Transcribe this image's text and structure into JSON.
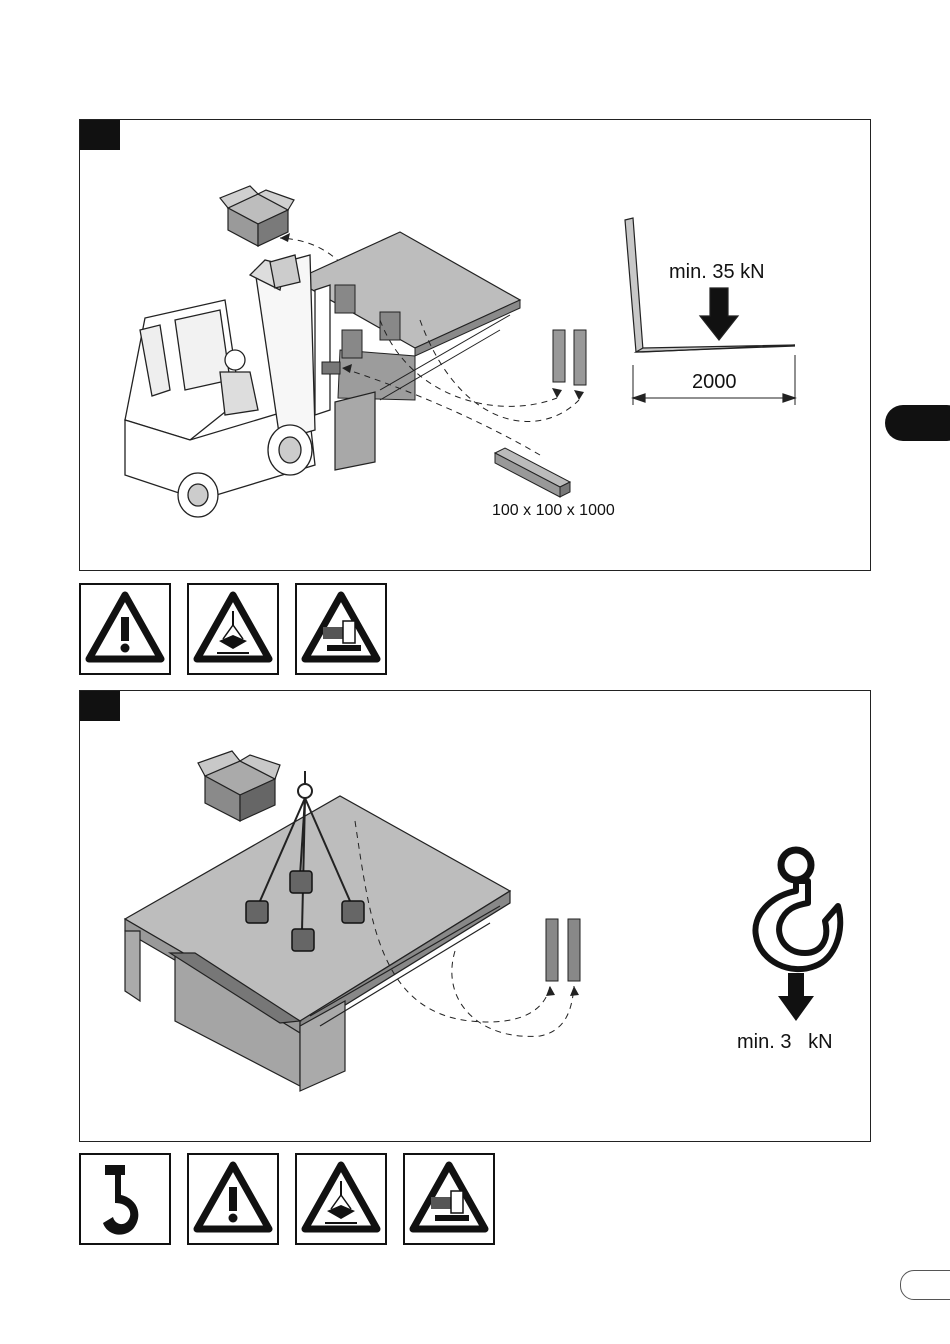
{
  "panel1": {
    "force_label": "min. 35 kN",
    "distance_label": "2000",
    "timber_label": "100 x 100 x 1000"
  },
  "panel2": {
    "hook_force_label": "min. 3   kN"
  },
  "icons_row1": [
    "warning-triangle-icon",
    "suspended-load-icon",
    "crush-hazard-icon"
  ],
  "icons_row2": [
    "crane-hook-icon",
    "warning-triangle-icon",
    "suspended-load-icon",
    "crush-hazard-icon"
  ]
}
